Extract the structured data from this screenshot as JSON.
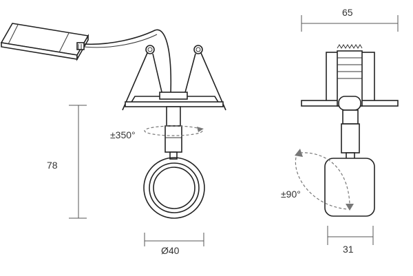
{
  "dimensions": {
    "width_label": "65",
    "height_label": "78",
    "lens_diameter_label": "Ø40",
    "body_width_label": "31"
  },
  "rotations": {
    "horizontal_label": "±350°",
    "tilt_label": "±90°"
  }
}
